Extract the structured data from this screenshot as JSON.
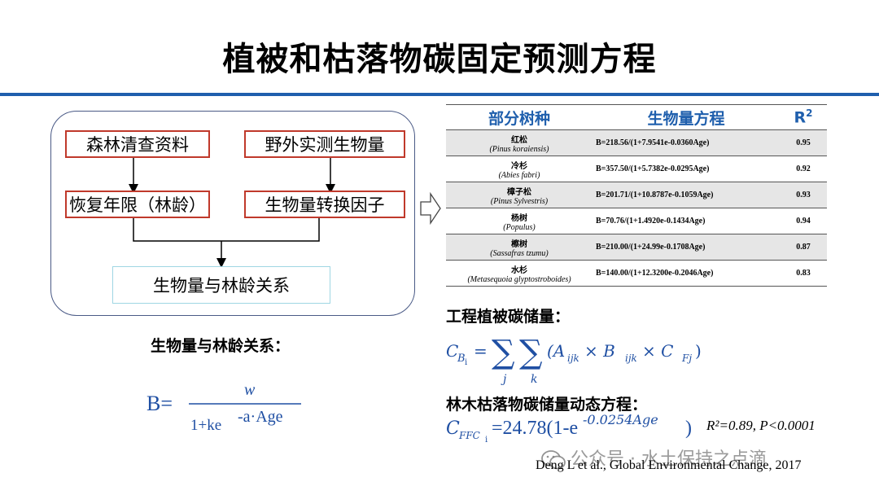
{
  "title": "植被和枯落物碳固定预测方程",
  "flow": {
    "box_forest_inventory": "森林清查资料",
    "box_field_biomass": "野外实测生物量",
    "box_recovery_age": "恢复年限（林龄）",
    "box_conversion_factor": "生物量转换因子",
    "box_relationship": "生物量与林龄关系"
  },
  "relationship_label": "生物量与林龄关系：",
  "formula_B": {
    "lhs": "B=",
    "numerator": "w",
    "denominator_prefix": "1+ke",
    "exponent": "-a·Age"
  },
  "table": {
    "headers": [
      "部分树种",
      "生物量方程",
      "R2"
    ],
    "rows": [
      {
        "cn": "红松",
        "latin": "(Pinus koraiensis)",
        "equation": "B=218.56/(1+7.9541e-0.0360Age)",
        "r2": "0.95"
      },
      {
        "cn": "冷杉",
        "latin": "(Abies fabri)",
        "equation": "B=357.50/(1+5.7382e-0.0295Age)",
        "r2": "0.92"
      },
      {
        "cn": "樟子松",
        "latin": "(Pinus Sylvestris)",
        "equation": "B=201.71/(1+10.8787e-0.1059Age)",
        "r2": "0.93"
      },
      {
        "cn": "杨树",
        "latin": "(Populus)",
        "equation": "B=70.76/(1+1.4920e-0.1434Age)",
        "r2": "0.94"
      },
      {
        "cn": "檫树",
        "latin": "(Sassafras tzumu)",
        "equation": "B=210.00/(1+24.99e-0.1708Age)",
        "r2": "0.87"
      },
      {
        "cn": "水杉",
        "latin": "(Metasequoia glyptostroboides)",
        "equation": "B=140.00/(1+12.3200e-0.2046Age)",
        "r2": "0.83"
      }
    ]
  },
  "engineering_label": "工程植被碳储量：",
  "formula_C": {
    "lhs": "C",
    "lhs_sub": "B",
    "lhs_subsub": "i",
    "eq": "=",
    "sum1_index": "j",
    "sum2_index": "k",
    "body": "(A",
    "a_sub": "ijk",
    "times1": " × B",
    "b_sub": "ijk",
    "times2": " × C",
    "c_sub": "Fj",
    "close": ")"
  },
  "dynamic_label": "林木枯落物碳储量动态方程：",
  "formula_FFC": {
    "lhs": "C",
    "lhs_sub": "FFC",
    "lhs_subsub": "i",
    "rhs": "=24.78(1-e",
    "exponent": "-0.0254Age",
    "close": ")"
  },
  "stats": "R²=0.89, P<0.0001",
  "watermark": "公众号 · 水土保持之点滴",
  "citation": "Deng L et al., Global Environmental Change, 2017",
  "colors": {
    "accent": "#1f5fad",
    "box_border_red": "#c0392b",
    "box_border_cyan": "#9fd6e3",
    "formula_blue": "#1f4fa3"
  },
  "icons": [
    "arrow-right-icon",
    "wechat-icon"
  ]
}
